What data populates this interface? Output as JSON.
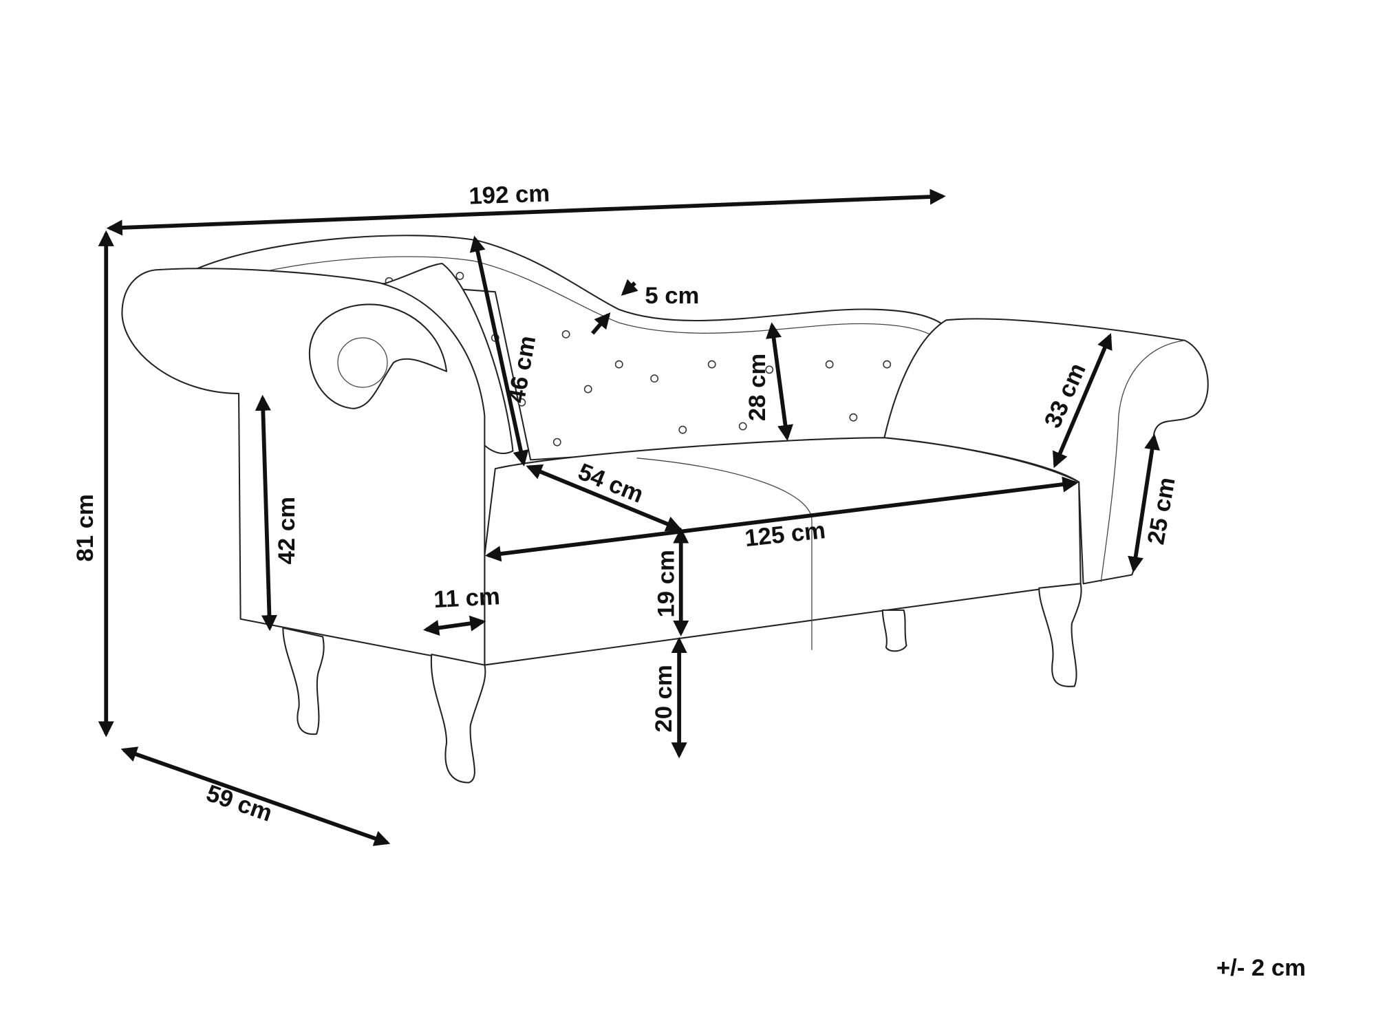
{
  "title": "Chaise longue dimensions",
  "dimensions": {
    "total_width": "192 cm",
    "total_height": "81 cm",
    "depth": "59 cm",
    "arm_height_left": "42 cm",
    "arm_width": "11 cm",
    "backrest_height_high": "46 cm",
    "backrest_frame": "5 cm",
    "backrest_height_low": "28 cm",
    "arm_height_right": "33 cm",
    "seat_depth": "54 cm",
    "seat_width": "125 cm",
    "seat_thickness": "19 cm",
    "seat_height_from_floor": "20 cm",
    "right_arm_front": "25 cm"
  },
  "tolerance": "+/- 2 cm"
}
